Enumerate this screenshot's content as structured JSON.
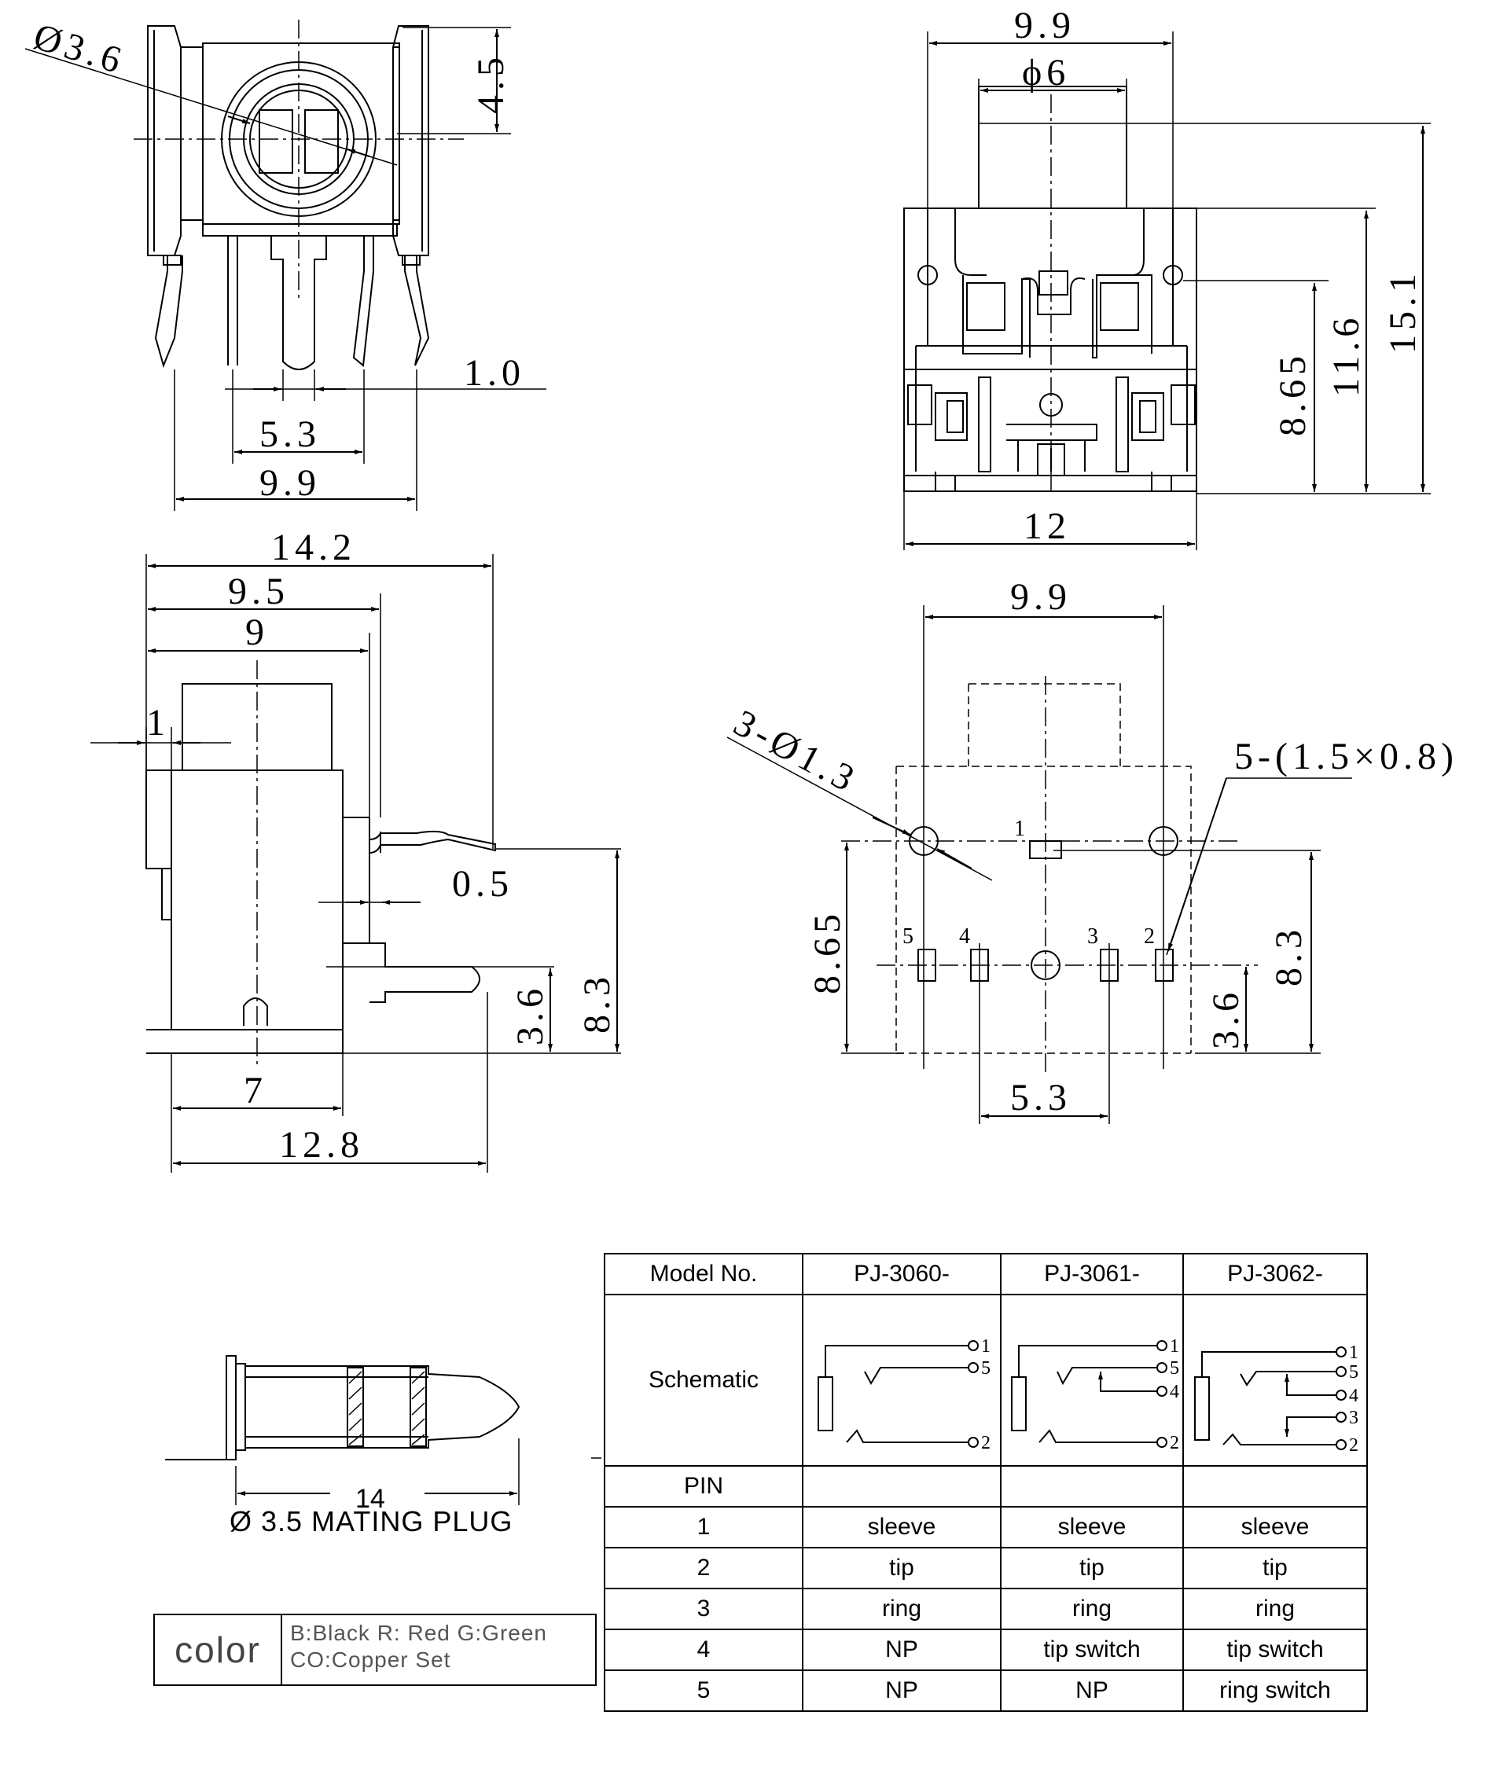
{
  "views": {
    "front": {
      "diameter": "Ø3.6",
      "height_top": "4.5",
      "pin_width": "1.0",
      "pin_pitch": "5.3",
      "overall_width": "9.9"
    },
    "top": {
      "width_outer": "9.9",
      "diameter": "ϕ6",
      "height_865": "8.65",
      "height_116": "11.6",
      "height_151": "15.1",
      "width_bottom": "12"
    },
    "side": {
      "length_142": "14.2",
      "length_95": "9.5",
      "length_9": "9",
      "flange": "1",
      "lead_thk": "0.5",
      "pin_height": "3.6",
      "total_height": "8.3",
      "base_7": "7",
      "base_128": "12.8"
    },
    "pcb": {
      "width": "9.9",
      "holes": "3-Ø1.3",
      "slots": "5-(1.5×0.8)",
      "height_left": "8.65",
      "height_right": "8.3",
      "pin_row": "3.6",
      "pitch": "5.3",
      "pin_labels": [
        "1",
        "5",
        "4",
        "3",
        "2"
      ]
    }
  },
  "plug": {
    "length": "14",
    "caption": "Ø 3.5 MATING PLUG"
  },
  "color_box": {
    "label": "color",
    "line1": "B:Black  R:  Red  G:Green",
    "line2": "CO:Copper  Set"
  },
  "table": {
    "header": [
      "Model No.",
      "PJ-3060-",
      "PJ-3061-",
      "PJ-3062-"
    ],
    "schematic_label": "Schematic",
    "pin_label": "PIN",
    "rows": [
      [
        "1",
        "sleeve",
        "sleeve",
        "sleeve"
      ],
      [
        "2",
        "tip",
        "tip",
        "tip"
      ],
      [
        "3",
        "ring",
        "ring",
        "ring"
      ],
      [
        "4",
        "NP",
        "tip switch",
        "tip switch"
      ],
      [
        "5",
        "NP",
        "NP",
        "ring switch"
      ]
    ],
    "schem_pins": {
      "pj3060": [
        "1",
        "5",
        "2"
      ],
      "pj3061": [
        "1",
        "5",
        "4",
        "2"
      ],
      "pj3062": [
        "1",
        "5",
        "4",
        "3",
        "2"
      ]
    }
  }
}
